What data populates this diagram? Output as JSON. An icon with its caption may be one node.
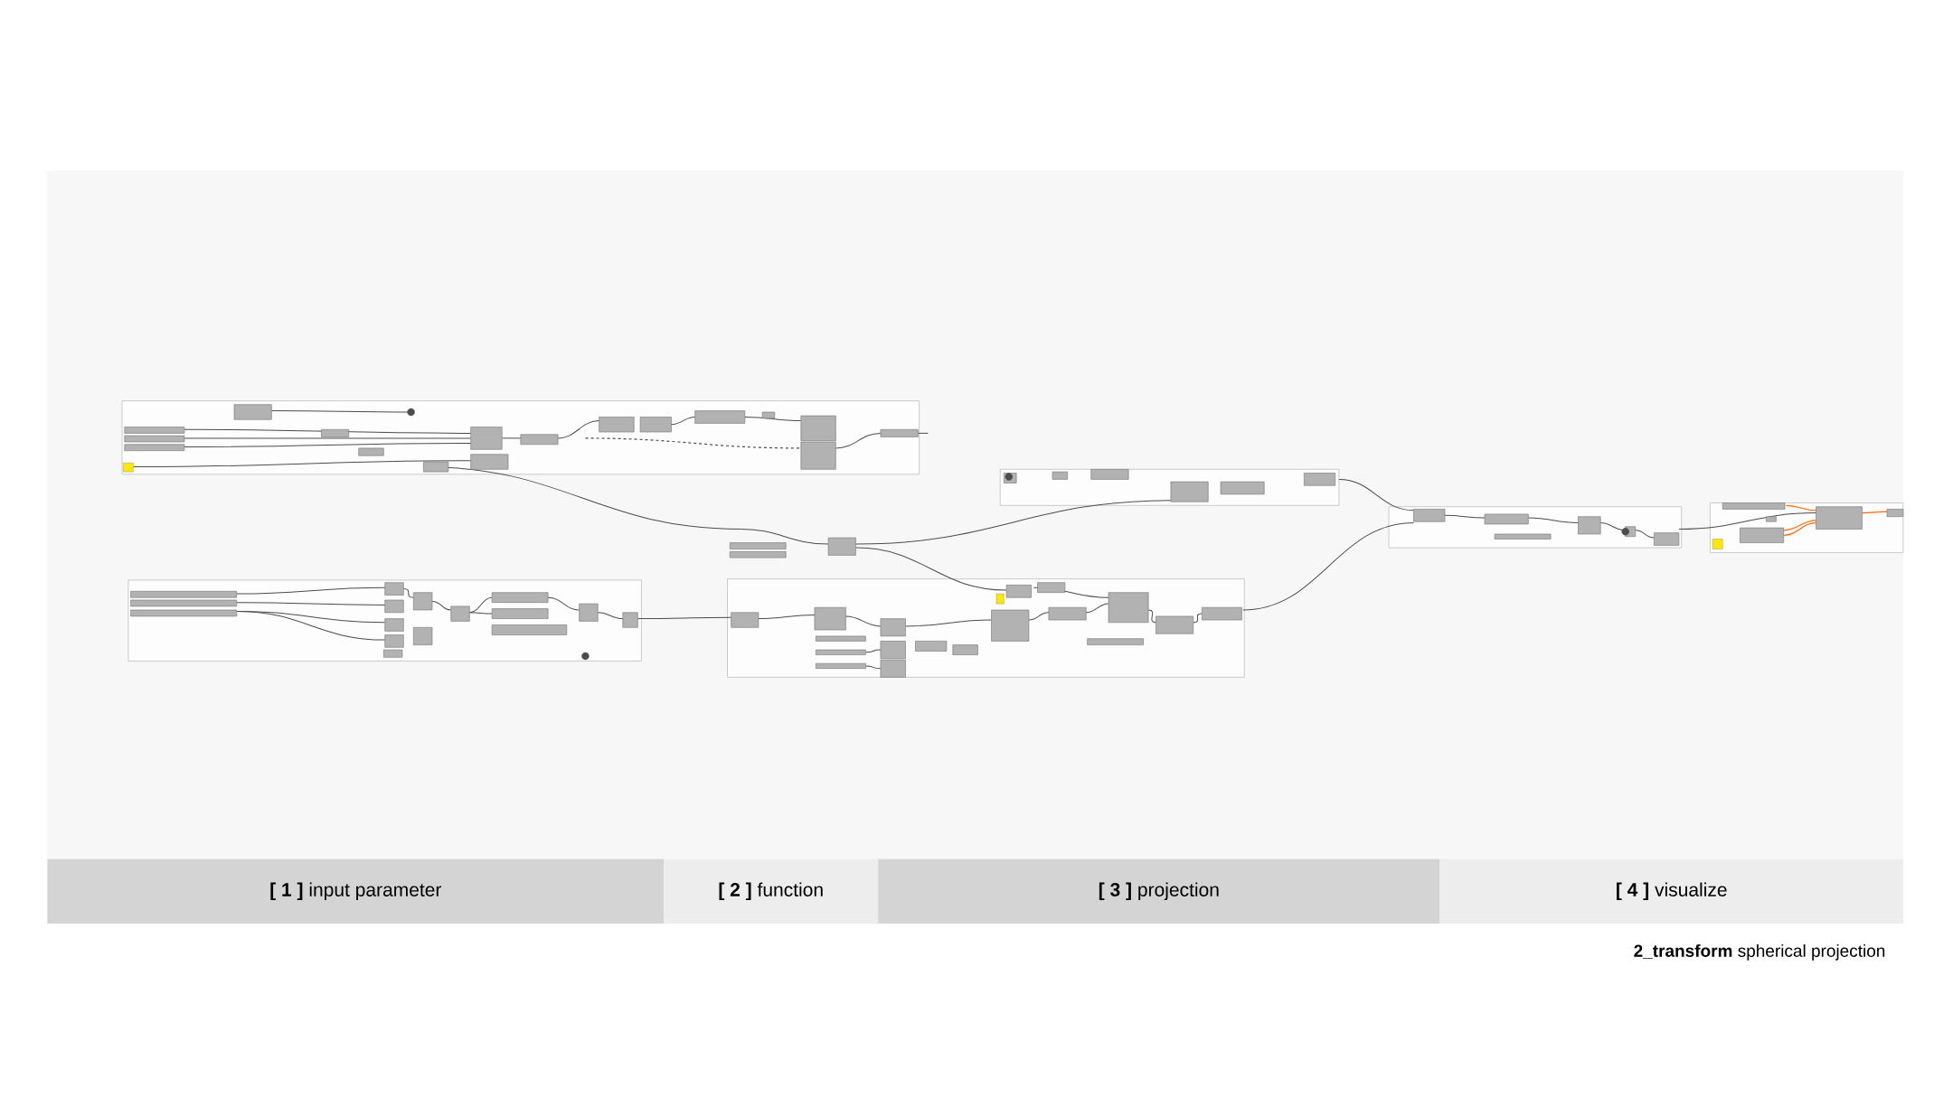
{
  "diagram": {
    "caption": "**2_transform** spherical projection",
    "nodes": [
      {
        "text": [
          "**[ 1 ]** input parameter"
        ]
      },
      {
        "text": [
          "**[ 2 ]** function"
        ]
      },
      {
        "text": [
          "**[ 3 ]** projection"
        ]
      },
      {
        "text": [
          "**[ 4 ]** visualize"
        ]
      }
    ]
  }
}
